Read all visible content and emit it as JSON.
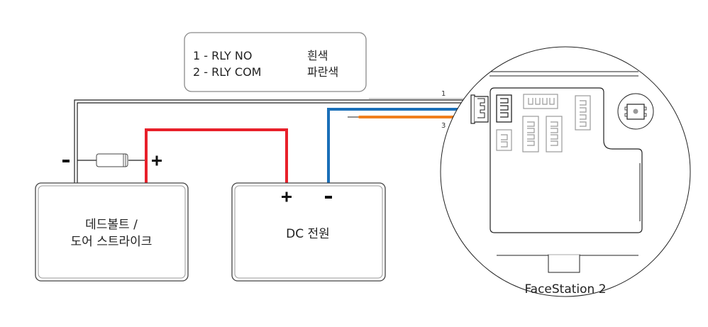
{
  "legend": {
    "rows": [
      {
        "pin": "1 - RLY NO",
        "color_name": "흰색"
      },
      {
        "pin": "2 - RLY COM",
        "color_name": "파란색"
      }
    ]
  },
  "wire_labels": {
    "pin1": "1",
    "pin3": "3"
  },
  "lock_box": {
    "line1": "데드볼트 /",
    "line2": "도어 스트라이크",
    "minus": "-",
    "plus": "+"
  },
  "power_box": {
    "label": "DC 전원",
    "plus": "+",
    "minus": "-"
  },
  "device": {
    "caption": "FaceStation 2"
  },
  "colors": {
    "red_wire": "#e8202a",
    "blue_wire": "#1a6fb8",
    "orange_wire": "#f07f1e",
    "white_wire_outline": "#222222"
  }
}
